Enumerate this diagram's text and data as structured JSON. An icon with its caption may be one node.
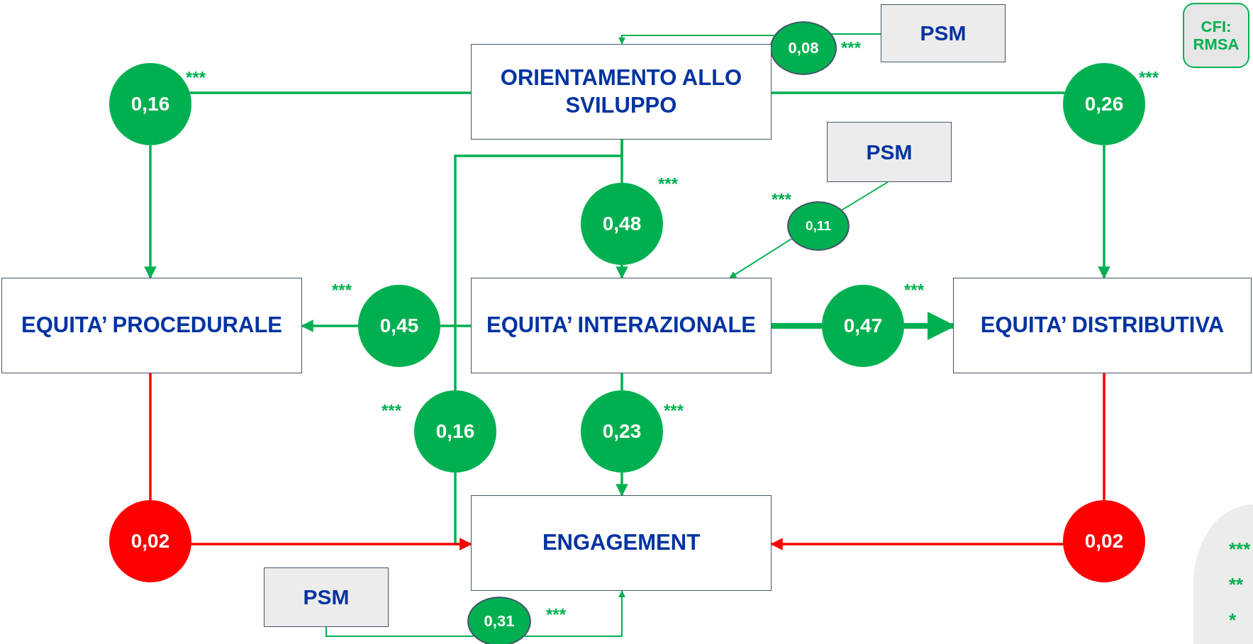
{
  "diagram": {
    "nodes": [
      {
        "text": [
          "PSM"
        ]
      },
      {
        "text": [
          "CFI: RMSA"
        ]
      },
      {
        "text": [
          "0,08"
        ],
        "beside": [
          "***"
        ]
      },
      {
        "text": [
          "0,16"
        ],
        "beside": [
          "***"
        ]
      },
      {
        "text": [
          "ORIENTAMENTO ALLO SVILUPPO"
        ]
      },
      {
        "text": [
          "0,26"
        ],
        "beside": [
          "***"
        ]
      },
      {
        "text": [
          "PSM"
        ]
      },
      {
        "text": [
          "0,48"
        ],
        "beside": [
          "***"
        ]
      },
      {
        "text": [
          "0,11"
        ],
        "beside": [
          "***"
        ]
      },
      {
        "text": [
          "EQUITA’ PROCEDURALE"
        ]
      },
      {
        "text": [
          "0,45"
        ],
        "beside": [
          "***"
        ]
      },
      {
        "text": [
          "EQUITA’ INTERAZIONALE"
        ]
      },
      {
        "text": [
          "0,47"
        ],
        "beside": [
          "***"
        ]
      },
      {
        "text": [
          "EQUITA’ DISTRIBUTIVA"
        ]
      },
      {
        "text": [
          "0,16"
        ],
        "beside": [
          "***"
        ]
      },
      {
        "text": [
          "0,23"
        ],
        "beside": [
          "***"
        ]
      },
      {
        "text": [
          "0,02"
        ]
      },
      {
        "text": [
          "ENGAGEMENT"
        ]
      },
      {
        "text": [
          "0,02"
        ]
      },
      {
        "text": [
          "PSM"
        ]
      },
      {
        "text": [
          "0,31"
        ],
        "beside": [
          "***"
        ]
      }
    ],
    "edges": [
      {
        "from": 4,
        "to": 3,
        "arrow": "none"
      },
      {
        "from": 3,
        "to": 9,
        "arrow": "to"
      },
      {
        "from": 4,
        "to": 5,
        "arrow": "none"
      },
      {
        "from": 5,
        "to": 13,
        "arrow": "to"
      },
      {
        "from": 4,
        "to": 7,
        "arrow": "none"
      },
      {
        "from": 7,
        "to": 11,
        "arrow": "to"
      },
      {
        "from": 4,
        "to": 14,
        "arrow": "none"
      },
      {
        "from": 14,
        "to": 17,
        "arrow": "to"
      },
      {
        "from": 0,
        "to": 2,
        "arrow": "none"
      },
      {
        "from": 2,
        "to": 4,
        "arrow": "to"
      },
      {
        "from": 6,
        "to": 8,
        "arrow": "none"
      },
      {
        "from": 8,
        "to": 11,
        "arrow": "to"
      },
      {
        "from": 11,
        "to": 10,
        "arrow": "none"
      },
      {
        "from": 10,
        "to": 9,
        "arrow": "to"
      },
      {
        "from": 11,
        "to": 12,
        "arrow": "none",
        "style": "thick"
      },
      {
        "from": 12,
        "to": 13,
        "arrow": "to",
        "style": "thick"
      },
      {
        "from": 11,
        "to": 15,
        "arrow": "none"
      },
      {
        "from": 15,
        "to": 17,
        "arrow": "to"
      },
      {
        "from": 9,
        "to": 16,
        "arrow": "none",
        "color": "#ff0000"
      },
      {
        "from": 16,
        "to": 17,
        "arrow": "to",
        "color": "#ff0000"
      },
      {
        "from": 13,
        "to": 18,
        "arrow": "none",
        "color": "#ff0000"
      },
      {
        "from": 18,
        "to": 17,
        "arrow": "to",
        "color": "#ff0000"
      },
      {
        "from": 19,
        "to": 20,
        "arrow": "none"
      },
      {
        "from": 20,
        "to": 17,
        "arrow": "to"
      }
    ],
    "labels": [
      "***",
      "**",
      "*"
    ]
  }
}
